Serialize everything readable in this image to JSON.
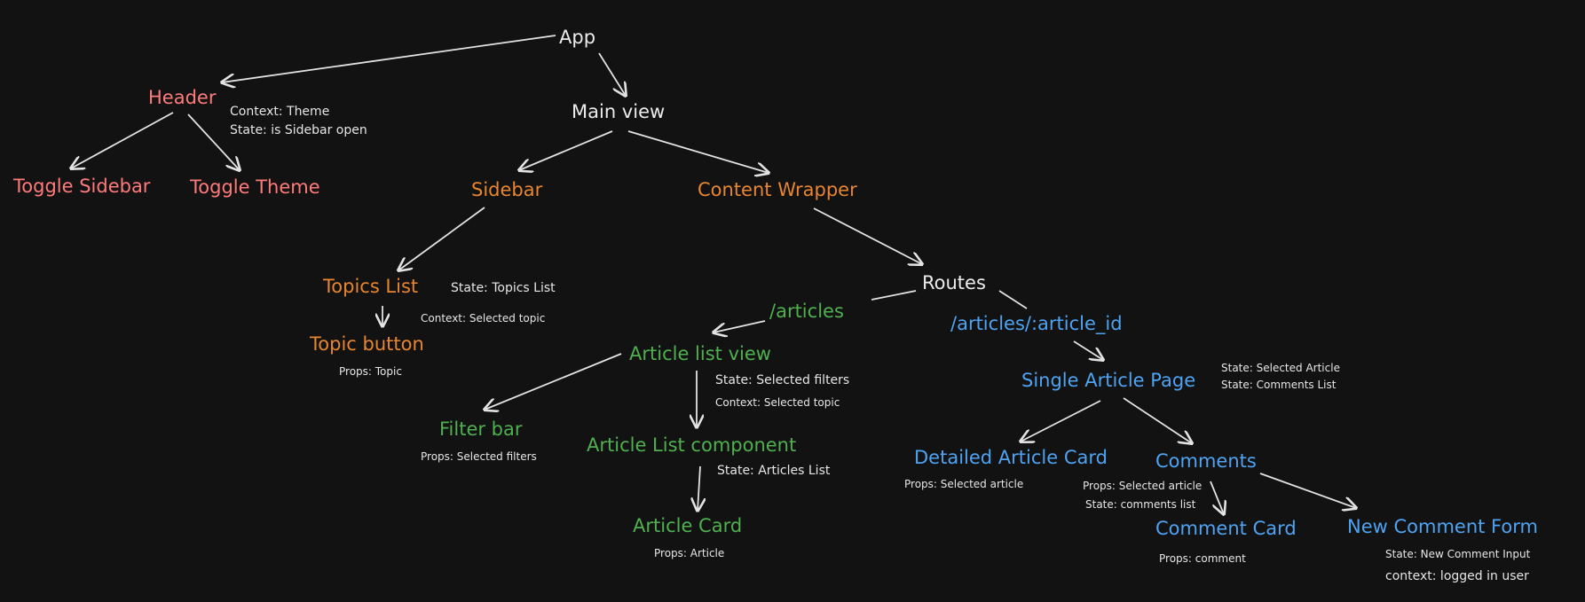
{
  "colors": {
    "background": "#121212",
    "root": "#ececec",
    "header_group": "#ff7b7b",
    "sidebar_group": "#e8852f",
    "articles_route_group": "#4fb04f",
    "article_id_route_group": "#4ea3f2",
    "annotation": "#e6e6e6"
  },
  "nodes": {
    "app": "App",
    "header": "Header",
    "toggle_sidebar": "Toggle Sidebar",
    "toggle_theme": "Toggle Theme",
    "main_view": "Main view",
    "sidebar": "Sidebar",
    "content_wrapper": "Content Wrapper",
    "topics_list": "Topics List",
    "topic_button": "Topic button",
    "routes": "Routes",
    "articles_route": "/articles",
    "article_id_route": "/articles/:article_id",
    "article_list_view": "Article list view",
    "filter_bar": "Filter bar",
    "article_list_component": "Article List component",
    "article_card": "Article Card",
    "single_article_page": "Single Article Page",
    "detailed_article_card": "Detailed Article Card",
    "comments": "Comments",
    "comment_card": "Comment Card",
    "new_comment_form": "New Comment Form"
  },
  "notes": {
    "header_context": "Context: Theme",
    "header_state": "State: is Sidebar open",
    "topics_list_state": "State: Topics List",
    "topics_list_context": "Context: Selected topic",
    "topic_button_props": "Props: Topic",
    "article_list_view_state": "State: Selected filters",
    "article_list_view_context": "Context: Selected topic",
    "filter_bar_props": "Props: Selected filters",
    "article_list_component_state": "State: Articles List",
    "article_card_props": "Props: Article",
    "single_article_state_1": "State: Selected Article",
    "single_article_state_2": "State: Comments List",
    "detailed_article_card_props": "Props: Selected article",
    "comments_props": "Props: Selected article",
    "comments_state": "State: comments list",
    "comment_card_props": "Props: comment",
    "new_comment_form_state": "State: New Comment Input",
    "new_comment_form_context": "context: logged in user"
  }
}
